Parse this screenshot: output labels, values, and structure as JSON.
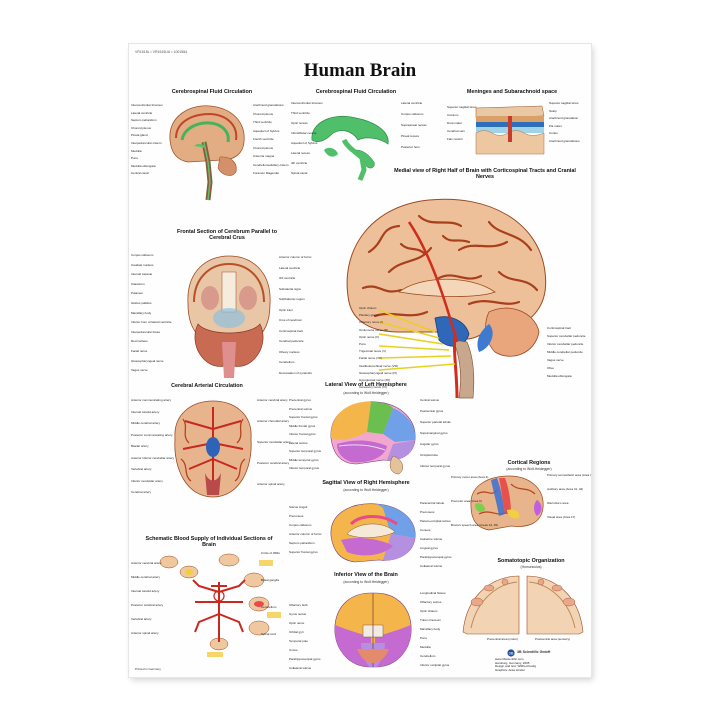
{
  "poster": {
    "code": "VR1615L • VR1615UU • 1001584",
    "title": "Human Brain",
    "panels": {
      "csf1": "Cerebrospinal Fluid Circulation",
      "csf2": "Cerebrospinal Fluid Circulation",
      "meninges": "Meninges and Subarachnoid space",
      "medial": "Medial view of Right Half of Brain with Corticospinal Tracts and Cranial Nerves",
      "frontal": "Frontal Section of Cerebrum Parallel to Cerebral Crus",
      "arterial": "Cerebral Arterial Circulation",
      "lateral": "Lateral View of Left Hemisphere",
      "lateral_sub": "(according to Wolf-Heidegger)",
      "cortical": "Cortical Regions",
      "cortical_sub": "(according to Wolf-Heidegger)",
      "sagittal": "Sagittal View of Right Hemisphere",
      "sagittal_sub": "(according to Wolf-Heidegger)",
      "schematic": "Schematic Blood Supply of Individual Sections of Brain",
      "somatotopic": "Somatotopic Organization",
      "somatotopic_sub": "(Homunculus)",
      "inferior": "Inferior View of the Brain",
      "inferior_sub": "(according to Wolf-Heidegger)"
    },
    "labels": {
      "csf1_left": [
        "Interventricular foramen",
        "Lateral ventricle",
        "Septum pellucidum",
        "Choroid plexus",
        "Pineal gland",
        "Interpeduncular cistern",
        "Medulla",
        "Pons",
        "Medulla oblongata",
        "Central canal"
      ],
      "csf1_right": [
        "Arachnoid granulations",
        "Choroid plexus",
        "Third ventricle",
        "Aqueduct of Sylvius",
        "Fourth ventricle",
        "Choroid plexus",
        "Cisterna magna",
        "Cerebellomedullary cistern",
        "Foramen Magendie"
      ],
      "csf2_left": [
        "Interventricular foramen",
        "Third ventricle",
        "Optic recess",
        "Infundibular recess",
        "Aqueduct of Sylvius",
        "Lateral recess",
        "4th ventricle",
        "Spinal canal"
      ],
      "csf2_right": [
        "Lateral ventricle",
        "Corpus callosum",
        "Suprapineal recess",
        "Pineal recess",
        "Posterior horn"
      ],
      "meninges_left": [
        "Superior sagittal sinus",
        "Cranium",
        "Dura mater",
        "Cerebral vein",
        "Falx cerebri"
      ],
      "meninges_right": [
        "Superior sagittal sinus",
        "Scalp",
        "Arachnoid granulation",
        "Pia mater",
        "Cortex",
        "Arachnoid granulations"
      ],
      "medial_left": [
        "Optic chiasm",
        "Pituitary gland",
        "Olfactory nerve (I)",
        "Oculomotor nerve (III)",
        "Optic nerve (II)",
        "Pons",
        "Trigeminal nerve (V)",
        "Facial nerve (VII)",
        "Vestibulocochlear nerve (VIII)",
        "Glossopharyngeal nerve (IX)",
        "Hypoglossal nerve (XII)",
        "Accessory nerve (XI)"
      ],
      "medial_right": [
        "Corticospinal tract",
        "Superior cerebellar peduncle",
        "Inferior cerebellar peduncle",
        "Middle cerebellar peduncle",
        "Vagus nerve",
        "Olive",
        "Medulla oblongata"
      ],
      "frontal_left": [
        "Corpus callosum",
        "Caudate nucleus",
        "Internal capsule",
        "Claustrum",
        "Putamen",
        "Globus pallidus",
        "Mamillary body",
        "Inferior horn of lateral ventricle",
        "Interpeduncular fossa",
        "Red nucleus",
        "Facial nerve",
        "Glossopharyngeal nerve",
        "Vagus nerve"
      ],
      "frontal_right": [
        "Anterior column of fornix",
        "Lateral ventricle",
        "3rd ventricle",
        "Substantia nigra",
        "Subthalamic region",
        "Optic tract",
        "Crus of cerebrum",
        "Corticospinal tract",
        "Cerebral peduncle",
        "Olivary nucleus",
        "Cerebellum",
        "Decussation of pyramids"
      ],
      "arterial_left": [
        "Anterior communicating artery",
        "Internal carotid artery",
        "Middle cerebral artery",
        "Posterior communicating artery",
        "Basilar artery",
        "Anterior inferior cerebellar artery",
        "Vertebral artery",
        "Inferior cerebellar artery",
        "Cerebral artery"
      ],
      "arterial_right": [
        "Anterior cerebral artery",
        "Anterior choroidal artery",
        "Superior cerebellar artery",
        "Posterior cerebral artery",
        "Anterior spinal artery"
      ],
      "lateral_left": [
        "Precentral gyrus",
        "Precentral sulcus",
        "Superior frontal gyrus",
        "Middle frontal gyrus",
        "Inferior frontal gyrus",
        "Lateral sulcus",
        "Superior temporal gyrus",
        "Middle temporal gyrus",
        "Inferior temporal gyrus"
      ],
      "lateral_right": [
        "Central sulcus",
        "Postcentral gyrus",
        "Superior parietal lobule",
        "Supramarginal gyrus",
        "Angular gyrus",
        "Occipital lobe",
        "Inferior temporal gyrus"
      ],
      "cortical_left": [
        "Primary motor area (Area 4)",
        "Premotor area (Area 6)",
        "Broca's speech area (Areas 44, 45)"
      ],
      "cortical_right": [
        "Primary somesthetic area (Area 3, 1, 2)",
        "Auditory area (Area 41, 42)",
        "Wernicke's area",
        "Visual area (Area 17)"
      ],
      "sagittal_left": [
        "Sulcus cinguli",
        "Precuneus",
        "Corpus callosum",
        "Anterior column of fornix",
        "Septum pellucidum",
        "Superior frontal gyrus"
      ],
      "sagittal_right": [
        "Paracentral lobule",
        "Precuneus",
        "Parieto-occipital sulcus",
        "Cuneus",
        "Calcarine sulcus",
        "Lingual gyrus",
        "Parahippocampal gyrus",
        "Collateral sulcus"
      ],
      "schematic_left": [
        "Anterior cerebral artery",
        "Middle cerebral artery",
        "Internal carotid artery",
        "Posterior cerebral artery",
        "Vertebral artery",
        "Anterior spinal artery"
      ],
      "schematic_right": [
        "Circle of Willis",
        "Basal ganglia",
        "Cerebellum",
        "Spinal cord"
      ],
      "inferior_left": [
        "Olfactory bulb",
        "Gyrus rectus",
        "Optic nerve",
        "Orbital gyri",
        "Temporal pole",
        "Uncus",
        "Parahippocampal gyrus",
        "Collateral sulcus"
      ],
      "inferior_right": [
        "Longitudinal fissure",
        "Olfactory sulcus",
        "Optic chiasm",
        "Tuber cinereum",
        "Mamillary body",
        "Pons",
        "Medulla",
        "Cerebellum",
        "Inferior occipital gyrus"
      ],
      "somatotopic_bottom": [
        "Precentral area (motor)",
        "Postcentral area (sensory)"
      ]
    },
    "publisher": "3B Scientific GmbH",
    "footer_left": "Printed in Germany",
    "footer_right": [
      "www.3bscientific.com",
      "Hamburg, Germany, 2005",
      "Design and text: Wilfried Kettig",
      "Graphics: Anke Hinder"
    ],
    "colors": {
      "cortex_tan": "#e9b98c",
      "gyri_red": "#b5401e",
      "csf_green": "#5fbf6f",
      "artery_red": "#c8281e",
      "blue_region": "#2e64b8"
    }
  }
}
